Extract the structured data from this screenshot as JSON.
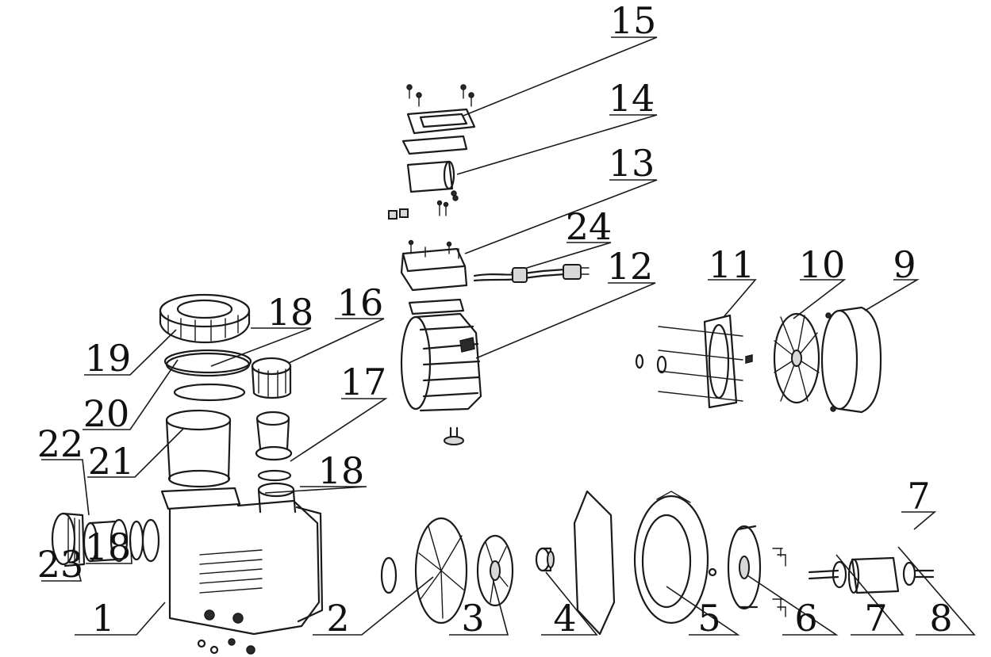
{
  "diagram": {
    "labels": [
      "15",
      "14",
      "13",
      "24",
      "12",
      "11",
      "10",
      "9",
      "19",
      "18",
      "16",
      "20",
      "17",
      "22",
      "21",
      "18",
      "23",
      "18",
      "1",
      "2",
      "3",
      "4",
      "5",
      "6",
      "7",
      "7",
      "8"
    ]
  }
}
